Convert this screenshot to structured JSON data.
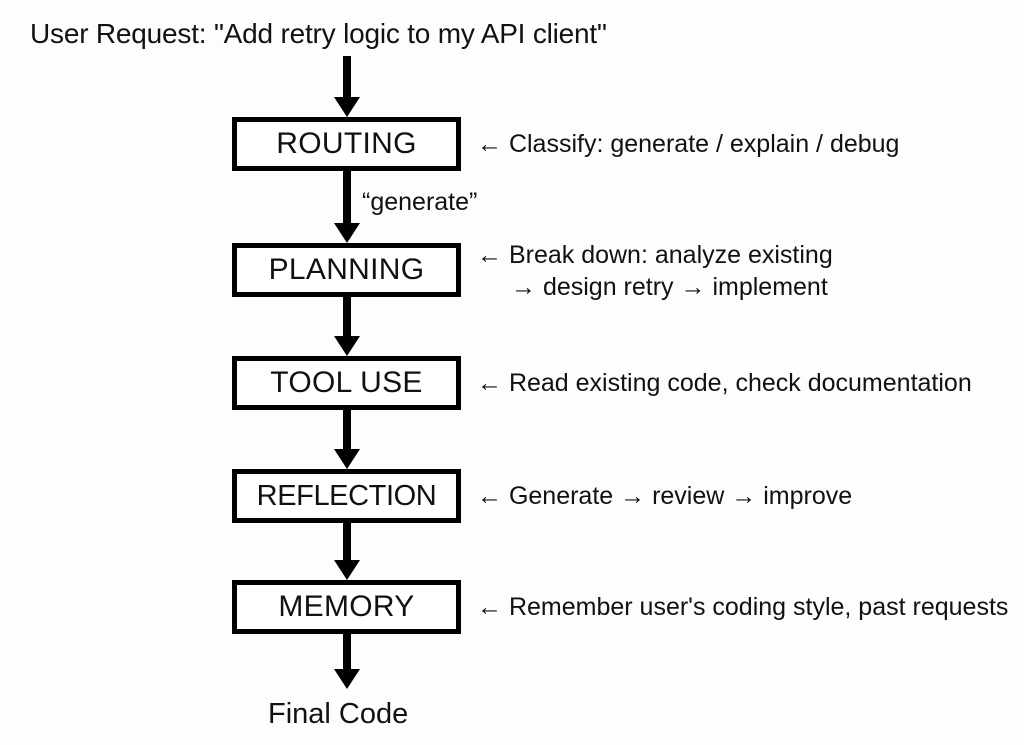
{
  "diagram": {
    "title": "User Request: \"Add retry logic to my API client\"",
    "output_label": "Final Code",
    "edge_label": "“generate”",
    "arrow_glyph": "←",
    "stages": [
      {
        "label": "ROUTING",
        "annotation_line_1": "← Classify: generate / explain / debug",
        "annotation_line_2": ""
      },
      {
        "label": "PLANNING",
        "annotation_line_1": "← Break down: analyze existing",
        "annotation_line_2": "→ design retry → implement"
      },
      {
        "label": "TOOL USE",
        "annotation_line_1": "← Read existing code, check documentation",
        "annotation_line_2": ""
      },
      {
        "label": "REFLECTION",
        "annotation_line_1": "← Generate → review → improve",
        "annotation_line_2": ""
      },
      {
        "label": "MEMORY",
        "annotation_line_1": "← Remember user's coding style, past requests",
        "annotation_line_2": ""
      }
    ],
    "colors": {
      "background": "#fdfdfd",
      "stroke": "#000000",
      "text": "#111111",
      "box_fill": "#ffffff"
    }
  }
}
